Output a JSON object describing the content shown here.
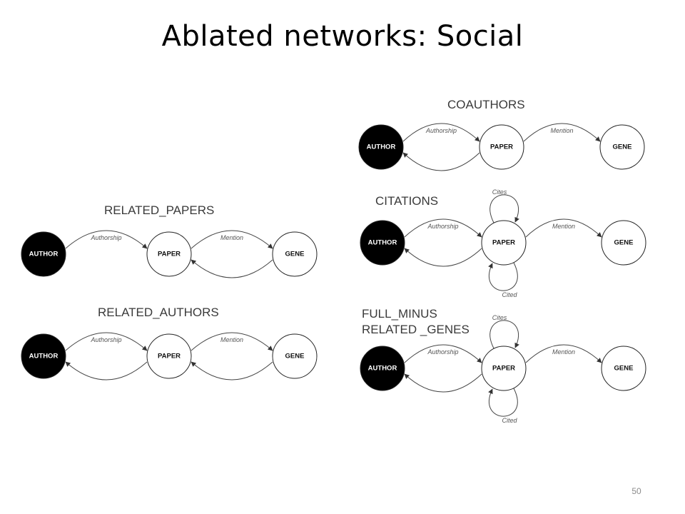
{
  "slide": {
    "title": "Ablated networks: Social",
    "page_number": "50"
  },
  "node_labels": {
    "author": "AUTHOR",
    "paper": "PAPER",
    "gene": "GENE"
  },
  "edge_labels": {
    "authorship": "Authorship",
    "mention": "Mention",
    "cites": "Cites",
    "cited": "Cited"
  },
  "diagrams": [
    {
      "title_lines": [
        "COAUTHORS"
      ],
      "authorship_back_edge": true,
      "mention_back_edge": false,
      "self_loops": false
    },
    {
      "title_lines": [
        "RELATED_PAPERS"
      ],
      "authorship_back_edge": false,
      "mention_back_edge": true,
      "self_loops": false
    },
    {
      "title_lines": [
        "CITATIONS"
      ],
      "authorship_back_edge": true,
      "mention_back_edge": false,
      "self_loops": true
    },
    {
      "title_lines": [
        "RELATED_AUTHORS"
      ],
      "authorship_back_edge": true,
      "mention_back_edge": true,
      "self_loops": false
    },
    {
      "title_lines": [
        "FULL_MINUS",
        "RELATED _GENES"
      ],
      "authorship_back_edge": true,
      "mention_back_edge": false,
      "self_loops": true
    }
  ]
}
